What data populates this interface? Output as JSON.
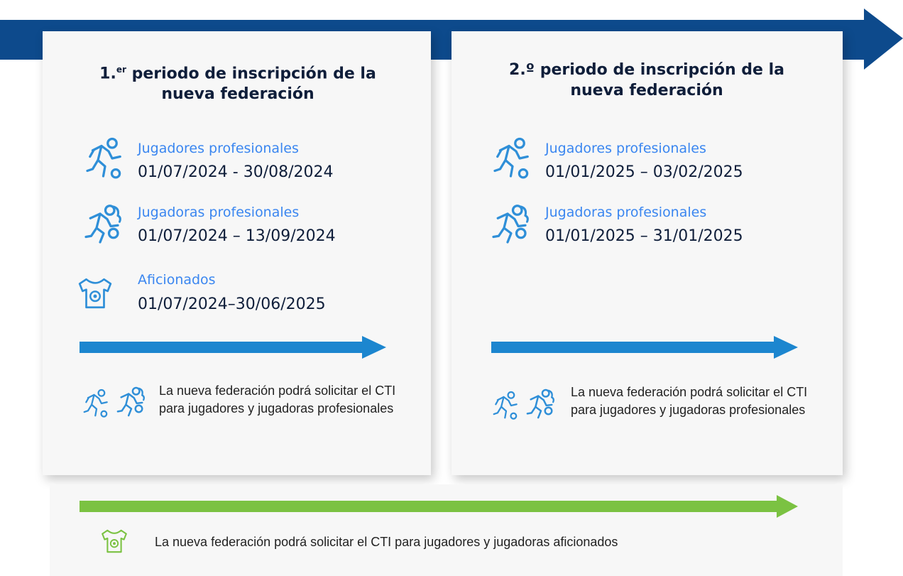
{
  "colors": {
    "dark_blue": "#0d4a8c",
    "arrow_blue": "#1c86cf",
    "green": "#7bc242",
    "label_blue": "#3a86f0",
    "text_dark": "#0f1e3a"
  },
  "periods": [
    {
      "title_line1": "1.",
      "title_sup": "er",
      "title_line1_rest": " periodo de inscripción de la",
      "title_line2": "nueva federación",
      "categories": [
        {
          "icon": "male-player-icon",
          "label": "Jugadores profesionales",
          "dates": "01/07/2024 - 30/08/2024"
        },
        {
          "icon": "female-player-icon",
          "label": "Jugadoras profesionales",
          "dates": "01/07/2024 – 13/09/2024"
        },
        {
          "icon": "shirt-icon",
          "label": "Aficionados",
          "dates": "01/07/2024–30/06/2025"
        }
      ],
      "note": "La nueva federación podrá solicitar el CTI para jugadores y jugadoras profesionales"
    },
    {
      "title_line1": "2.º periodo de inscripción de la",
      "title_line2": "nueva federación",
      "categories": [
        {
          "icon": "male-player-icon",
          "label": "Jugadores profesionales",
          "dates": "01/01/2025 – 03/02/2025"
        },
        {
          "icon": "female-player-icon",
          "label": "Jugadoras profesionales",
          "dates": "01/01/2025 – 31/01/2025"
        }
      ],
      "note": "La nueva federación podrá solicitar el CTI para jugadores y jugadoras profesionales"
    }
  ],
  "amateur_note": "La nueva federación podrá solicitar el CTI para jugadores y jugadoras aficionados"
}
